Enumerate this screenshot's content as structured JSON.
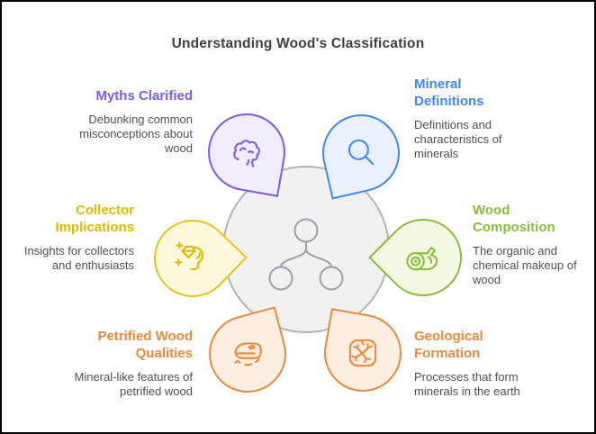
{
  "title": "Understanding Wood's Classification",
  "nodes": [
    {
      "id": "myths-clarified",
      "title": "Myths Clarified",
      "description": "Debunking common\nmisconceptions about\nwood",
      "color": "#7d5be5",
      "fill_color": "#f1edfc",
      "icon": "brain-icon",
      "position": "top-left"
    },
    {
      "id": "mineral-definitions",
      "title": "Mineral\nDefinitions",
      "description": "Definitions and\ncharacteristics of\nminerals",
      "color": "#4285f4",
      "fill_color": "#e9f1fe",
      "icon": "magnifier-icon",
      "position": "top-right"
    },
    {
      "id": "collector-implications",
      "title": "Collector\nImplications",
      "description": "Insights for collectors\nand enthusiasts",
      "color": "#ddba00",
      "fill_color": "#fcf8dc",
      "icon": "gem-in-hand-icon",
      "position": "middle-left"
    },
    {
      "id": "wood-composition",
      "title": "Wood\nComposition",
      "description": "The organic and\nchemical makeup of\nwood",
      "color": "#8abd3f",
      "fill_color": "#f2f8e2",
      "icon": "log-icon",
      "position": "middle-right"
    },
    {
      "id": "petrified-wood-qualities",
      "title": "Petrified Wood\nQualities",
      "description": "Mineral-like features of\npetrified wood",
      "color": "#e8893e",
      "fill_color": "#fcefe2",
      "icon": "fossil-icon",
      "position": "bottom-left"
    },
    {
      "id": "geological-formation",
      "title": "Geological\nFormation",
      "description": "Processes that form\nminerals in the earth",
      "color": "#e8893e",
      "fill_color": "#fcefe2",
      "icon": "cracked-rock-icon",
      "position": "bottom-right"
    }
  ],
  "center": {
    "icon": "hierarchy-tree-icon",
    "fill_color": "#f1f1f2"
  }
}
